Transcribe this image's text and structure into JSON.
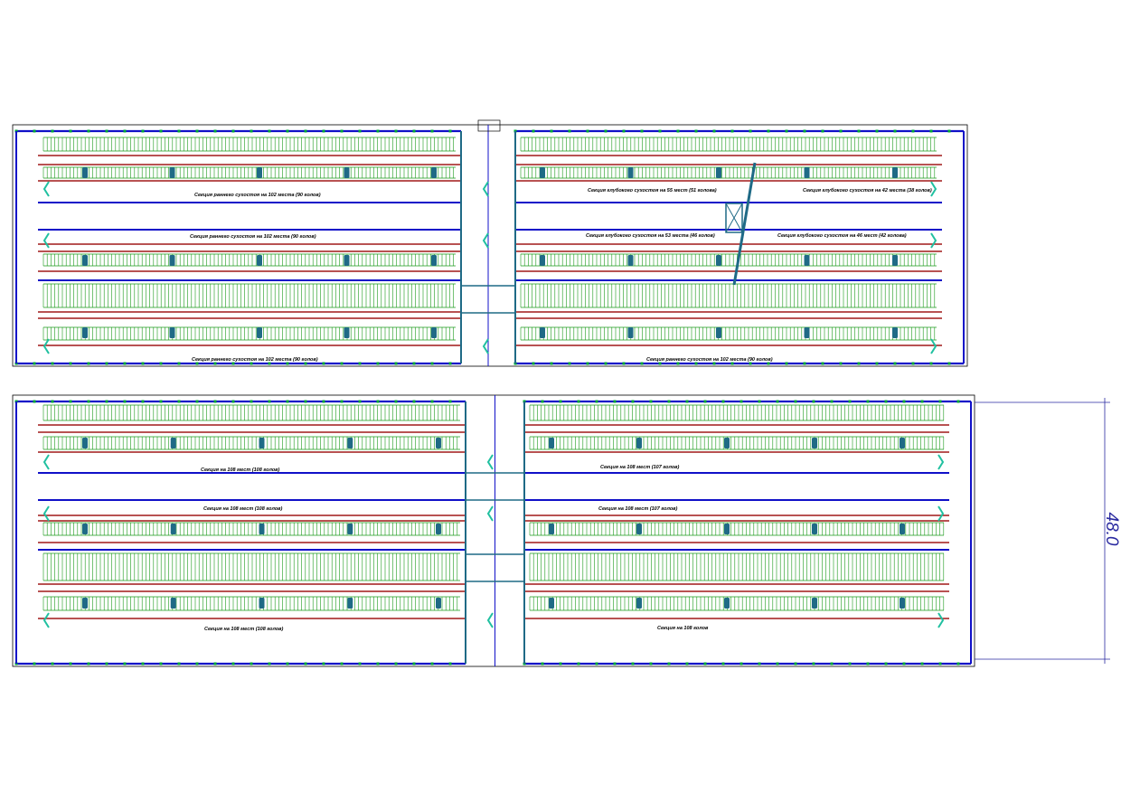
{
  "drawing": {
    "colors": {
      "wall": "#1010c8",
      "stall": "#1a9a1a",
      "rail": "#a01818",
      "post": "#1f6a86",
      "gate": "#20c0a0",
      "frame": "#000000"
    },
    "building_1": {
      "labels": [
        "Секция раннего сухостоя на  102 места (90 голов)",
        "Секция глубокого сухостоя на 55 мест (51 голова)",
        "Секция глубокого сухостоя на 42 места (38 голов)",
        "Секция раннего сухостоя на  102 места (90 голов)",
        "Секция глубокого сухостоя на 53 места (46 голов)",
        "Секция глубокого сухостоя на 46 мест (42 голова)",
        "Секция раннего сухостоя на  102 места (90 голов)",
        "Секция раннего сухостоя на  102 места (90 голов)"
      ]
    },
    "building_2": {
      "labels": [
        "Секция  на  108 мест (108 голов)",
        "Секция  на  108 мест (107 голов)",
        "Секция  на  108 мест (108 голов)",
        "Секция  на  108 мест (107 голов)",
        "Секция  на  108 мест (108 голов)",
        "Секция  на  108 голов"
      ]
    },
    "dimension": {
      "value": "48.0"
    }
  }
}
